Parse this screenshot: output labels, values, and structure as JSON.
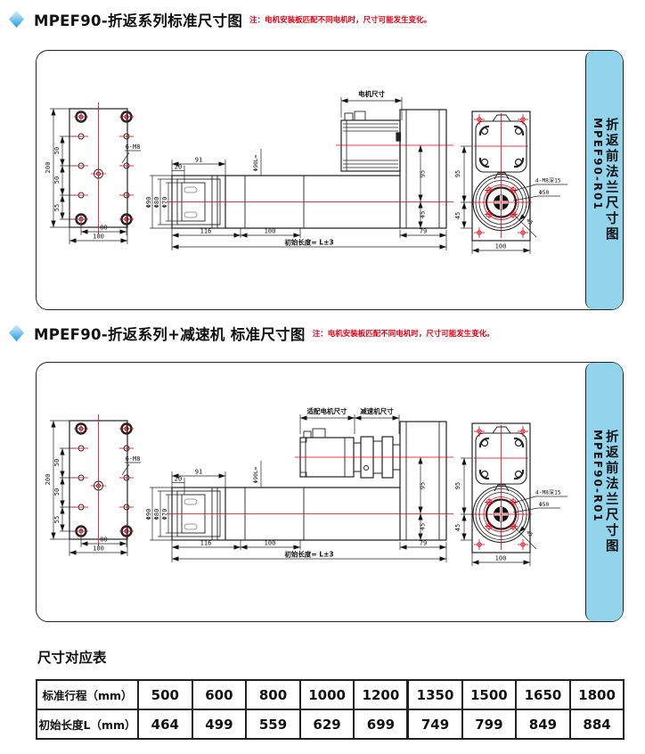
{
  "header1": {
    "title": "MPEF90-折返系列标准尺寸图",
    "note": "注：电机安装板匹配不同电机时，尺寸可能发生变化。"
  },
  "header2": {
    "title": "MPEF90-折返系列+减速机 标准尺寸图",
    "note": "注：电机安装板匹配不同电机时，尺寸可能发生变化。"
  },
  "side": {
    "title": "折返前法兰尺寸图",
    "model": "MPEF90-R01"
  },
  "colors": {
    "accent_blue": "#92d4ec",
    "note_red": "#e60012",
    "centerline_red": "#e60012",
    "line_black": "#222222"
  },
  "dims": {
    "s200": "200",
    "s50a": "50",
    "s50b": "50",
    "s55": "55",
    "s80": "80",
    "s100": "100",
    "holes": "6-M8",
    "w91": "91",
    "w20": "20",
    "dia90": "Φ90",
    "dia80": "Φ80",
    "dia70": "Φ70",
    "tube": "Φ90L=",
    "l116": "116",
    "l100": "100",
    "l79": "79",
    "init": "初始长度= L±3",
    "v95": "95",
    "v45": "45",
    "motor": "电机尺寸",
    "motor2": "适配电机尺寸",
    "gear": "减速机尺寸",
    "bolt": "4-M8深15",
    "d50": "Φ50",
    "a45": "45",
    "f100": "100"
  },
  "table": {
    "title": "尺寸对应表",
    "rows": [
      {
        "header": "标准行程（mm）",
        "values": [
          "500",
          "600",
          "800",
          "1000",
          "1200",
          "1350",
          "1500",
          "1650",
          "1800"
        ]
      },
      {
        "header": "初始长度L（mm）",
        "values": [
          "464",
          "499",
          "559",
          "629",
          "699",
          "749",
          "799",
          "849",
          "884"
        ]
      }
    ]
  }
}
